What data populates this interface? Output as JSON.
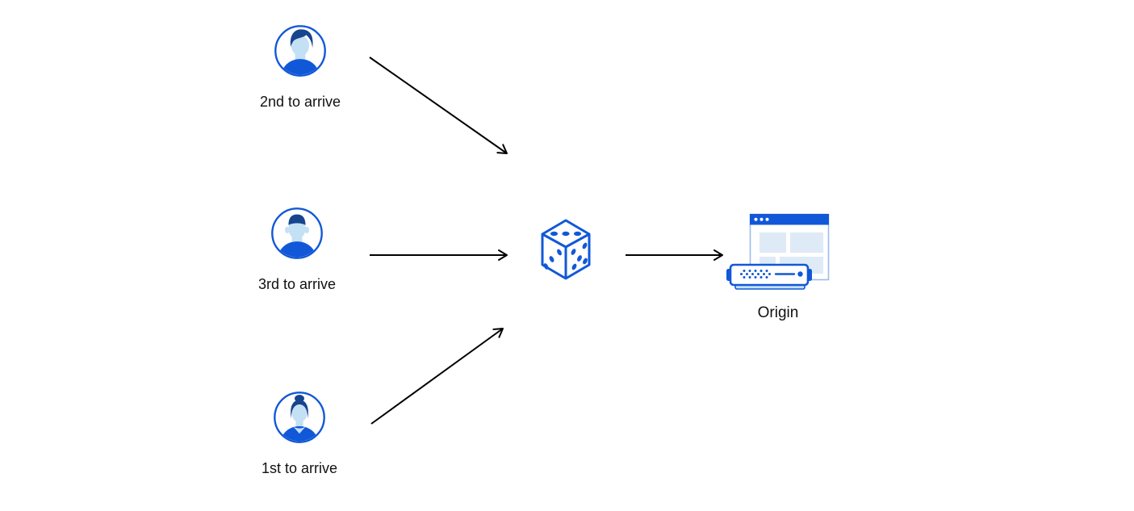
{
  "diagram": {
    "clients": [
      {
        "label": "2nd to arrive",
        "icon": "male-user-avatar-icon"
      },
      {
        "label": "3rd to arrive",
        "icon": "male-user-avatar-icon"
      },
      {
        "label": "1st to arrive",
        "icon": "female-user-avatar-icon"
      }
    ],
    "steering": {
      "icon": "dice-icon"
    },
    "origin": {
      "label": "Origin",
      "icon": "origin-server-browser-icon"
    },
    "connections": [
      {
        "from": "2nd to arrive",
        "to": "dice"
      },
      {
        "from": "3rd to arrive",
        "to": "dice"
      },
      {
        "from": "1st to arrive",
        "to": "dice"
      },
      {
        "from": "dice",
        "to": "Origin"
      }
    ]
  },
  "colors": {
    "primary_blue": "#1158d8",
    "dark_navy_hair": "#17448f",
    "light_blue_skin": "#c4e0f4",
    "panel_light_blue": "#dfeaf7",
    "window_border_blue": "#9cbcec",
    "arrow_black": "#000000",
    "label_text": "#111111",
    "background": "#ffffff"
  }
}
